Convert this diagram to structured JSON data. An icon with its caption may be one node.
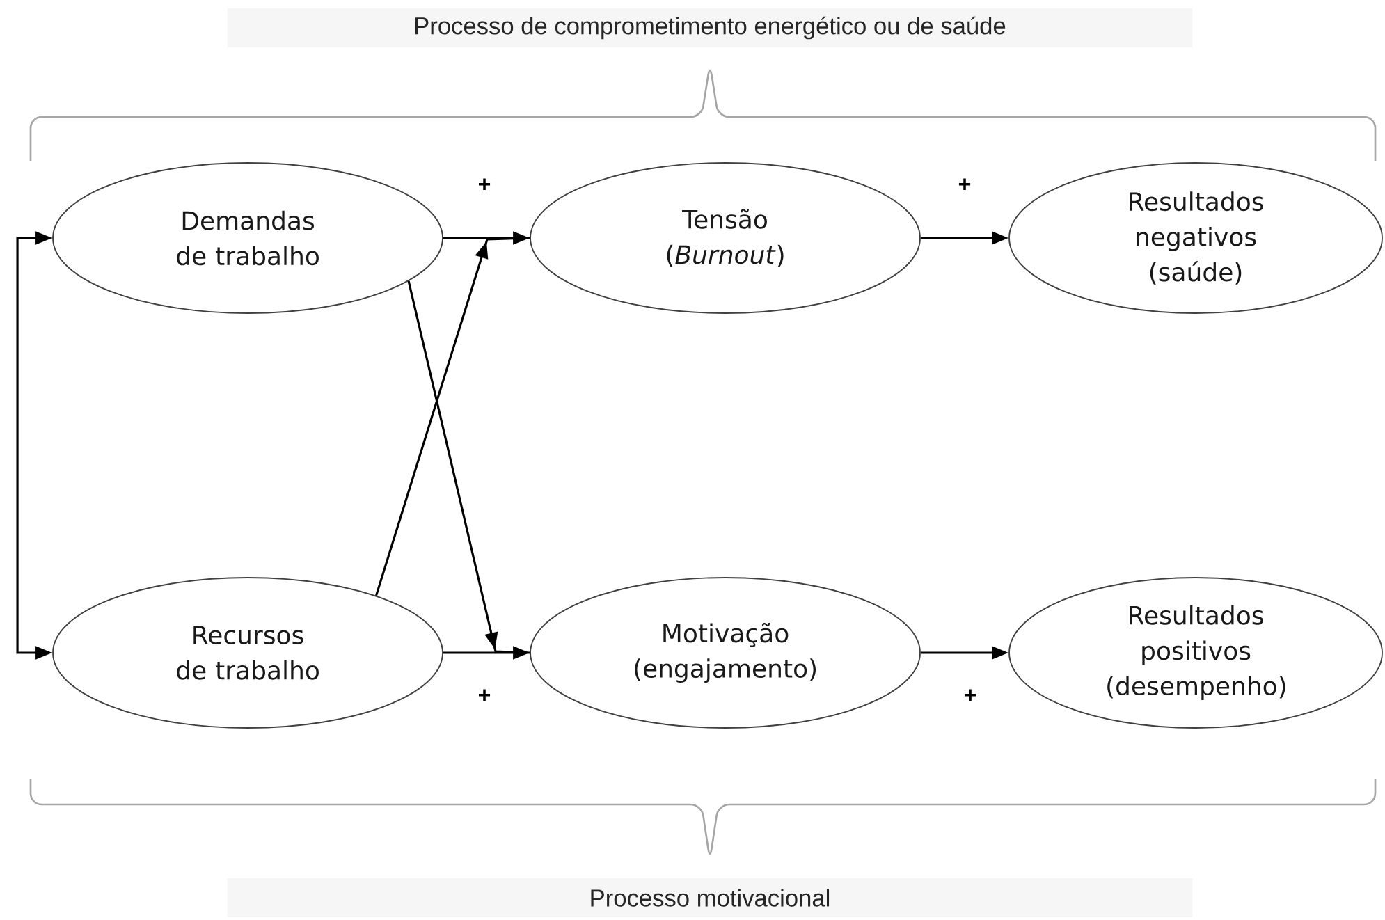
{
  "diagram": {
    "nodes": [
      {
        "text": [
          "Demandas de trabalho"
        ]
      },
      {
        "text": [
          "Tensão (*Burnout*)"
        ]
      },
      {
        "text": [
          "Resultados negativos (saúde)"
        ]
      },
      {
        "text": [
          "Recursos de trabalho"
        ]
      },
      {
        "text": [
          "Motivação (engajamento)"
        ]
      },
      {
        "text": [
          "Resultados positivos (desempenho)"
        ]
      }
    ],
    "edges": [
      {
        "from": 0,
        "to": 3,
        "arrow": "both"
      },
      {
        "from": 0,
        "to": 1,
        "arrow": "to",
        "label": "+"
      },
      {
        "from": 3,
        "to": 1,
        "arrow": "to"
      },
      {
        "from": 0,
        "to": 4,
        "arrow": "to"
      },
      {
        "from": 3,
        "to": 4,
        "arrow": "to",
        "label": "+"
      },
      {
        "from": 1,
        "to": 2,
        "arrow": "to",
        "label": "+"
      },
      {
        "from": 4,
        "to": 5,
        "arrow": "to",
        "label": "+"
      }
    ],
    "labels": [
      "Processo de comprometimento energético ou de saúde",
      "Processo motivacional"
    ]
  }
}
